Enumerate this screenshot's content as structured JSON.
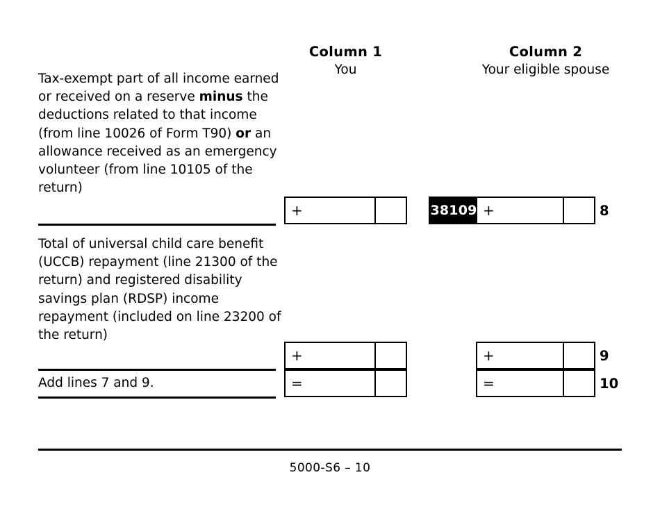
{
  "form": {
    "footer_code": "5000-S6 – 10"
  },
  "columns": [
    {
      "title": "Column 1",
      "subtitle": "You"
    },
    {
      "title": "Column 2",
      "subtitle": "Your eligible spouse"
    }
  ],
  "rows": [
    {
      "line_number": "8",
      "description_html": "Tax-exempt part of all income earned or received on a reserve <b>minus</b> the deductions related to that income (from line 10026 of Form T90) <b>or</b> an allowance received as an emergency volunteer (from line 10105 of the return)",
      "description_text": "Tax-exempt part of all income earned or received on a reserve minus the deductions related to that income (from line 10026 of Form T90) or an allowance received as an emergency volunteer (from line 10105 of the return)",
      "column1": {
        "operator": "+",
        "value": "",
        "cents": ""
      },
      "column2": {
        "field_code": "38109",
        "operator": "+",
        "value": "",
        "cents": ""
      }
    },
    {
      "line_number": "9",
      "description_html": "Total of universal child care benefit (UCCB) repayment (line 21300 of the return) and registered disability savings plan (RDSP) income repayment (included on line 23200 of the return)",
      "description_text": "Total of universal child care benefit (UCCB) repayment (line 21300 of the return) and registered disability savings plan (RDSP) income repayment (included on line 23200 of the return)",
      "column1": {
        "operator": "+",
        "value": "",
        "cents": ""
      },
      "column2": {
        "operator": "+",
        "value": "",
        "cents": ""
      }
    },
    {
      "line_number": "10",
      "description_html": "Add lines 7 and 9.",
      "description_text": "Add lines 7 and 9.",
      "column1": {
        "operator": "=",
        "value": "",
        "cents": ""
      },
      "column2": {
        "operator": "=",
        "value": "",
        "cents": ""
      }
    }
  ]
}
